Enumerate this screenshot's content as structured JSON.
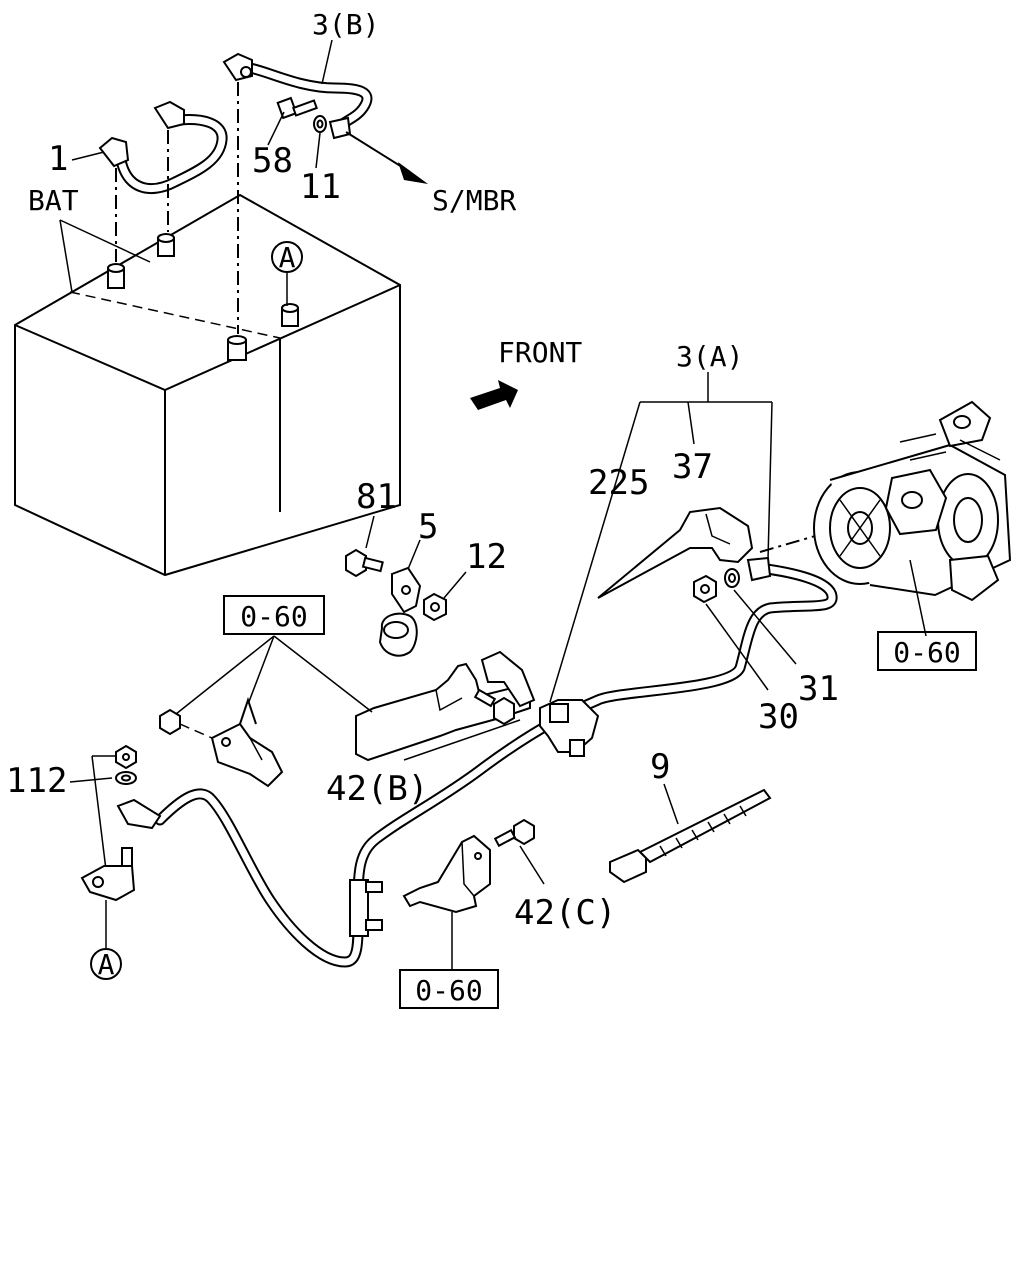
{
  "labels": {
    "cable_b": "3(B)",
    "cable_a": "3(A)",
    "part_1": "1",
    "part_58": "58",
    "part_11": "11",
    "smbr": "S/MBR",
    "bat": "BAT",
    "front": "FRONT",
    "ref_a_top": "A",
    "ref_a_bottom": "A",
    "part_225": "225",
    "part_37": "37",
    "part_81": "81",
    "part_5": "5",
    "part_12": "12",
    "part_31": "31",
    "part_30": "30",
    "part_9": "9",
    "part_112": "112",
    "part_42b": "42(B)",
    "part_42c": "42(C)",
    "ref_060_left": "0-60",
    "ref_060_right": "0-60",
    "ref_060_bottom": "0-60"
  }
}
